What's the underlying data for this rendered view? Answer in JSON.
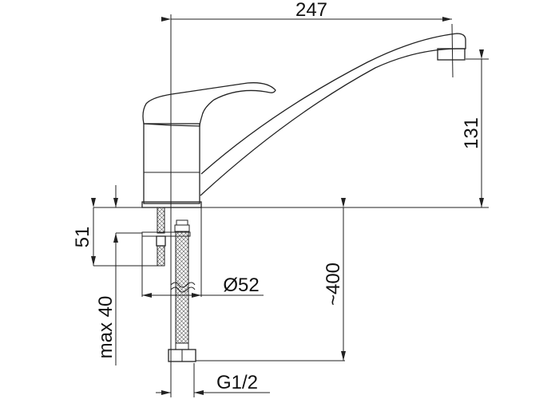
{
  "drawing": {
    "title": "Faucet dimensional drawing",
    "dimensions": {
      "spout_reach": "247",
      "spout_height": "131",
      "base_height": "51",
      "max_counter_thickness": "max 40",
      "base_diameter": "Ø52",
      "hose_length": "~400",
      "thread": "G1/2"
    },
    "colors": {
      "line": "#222222",
      "background": "#ffffff"
    }
  }
}
